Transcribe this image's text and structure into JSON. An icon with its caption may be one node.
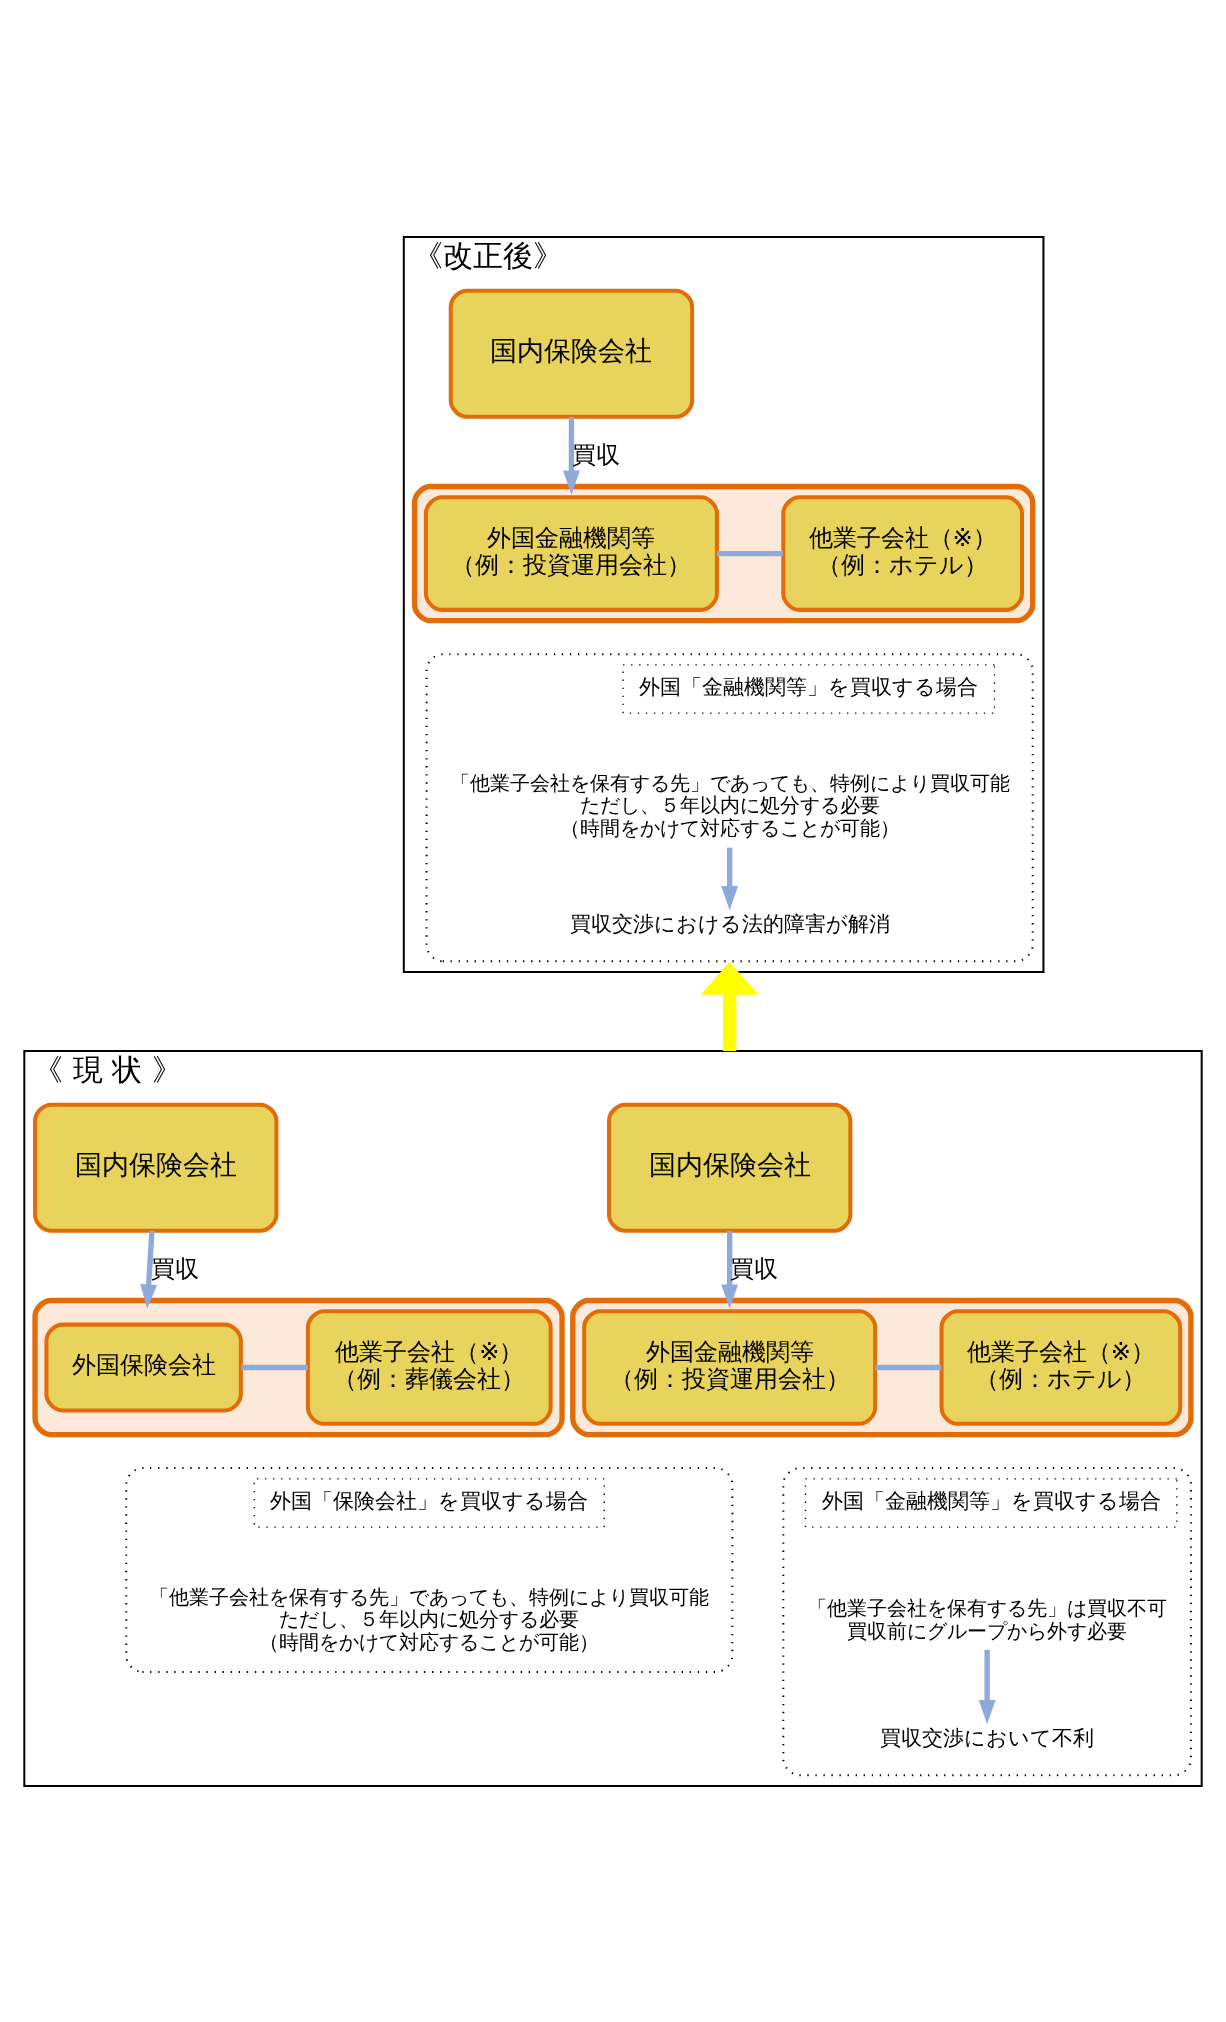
{
  "diagram": {
    "nodes": [
      {
        "text": [
          "《改正後》"
        ]
      },
      {
        "text": [
          "国内保険会社"
        ],
        "in": 0
      },
      {
        "text": [],
        "shape": "box",
        "in": 0
      },
      {
        "text": [
          "外国金融機関等",
          "（例：投資運用会社）"
        ],
        "in": 2
      },
      {
        "text": [
          "他業子会社（※）",
          "（例：ホテル）"
        ],
        "in": 2
      },
      {
        "text": [],
        "shape": "box",
        "in": 0
      },
      {
        "text": [
          "外国「金融機関等」を買収する場合"
        ],
        "in": 5
      },
      {
        "text": [
          "「他業子会社を保有する先」であっても、特例により買収可能",
          "ただし、５年以内に処分する必要",
          "（時間をかけて対応することが可能）"
        ],
        "in": 5
      },
      {
        "text": [
          "買収交渉における法的障害が解消"
        ],
        "in": 5
      },
      {
        "text": [
          "《 現 状 》"
        ]
      },
      {
        "text": [
          "国内保険会社"
        ],
        "in": 9
      },
      {
        "text": [],
        "shape": "box",
        "in": 9
      },
      {
        "text": [
          "外国金融機関等",
          "（例：投資運用会社）"
        ],
        "in": 11
      },
      {
        "text": [
          "他業子会社（※）",
          "（例：ホテル）"
        ],
        "in": 11
      },
      {
        "text": [],
        "shape": "box",
        "in": 9
      },
      {
        "text": [
          "外国「金融機関等」を買収する場合"
        ],
        "in": 14
      },
      {
        "text": [
          "「他業子会社を保有する先」は買収不可",
          "買収前にグループから外す必要"
        ],
        "in": 14
      },
      {
        "text": [
          "買収交渉において不利"
        ],
        "in": 14
      },
      {
        "text": [
          "国内保険会社"
        ],
        "in": 9
      },
      {
        "text": [],
        "shape": "box",
        "in": 9
      },
      {
        "text": [
          "外国保険会社"
        ],
        "in": 19
      },
      {
        "text": [
          "他業子会社（※）",
          "（例：葬儀会社）"
        ],
        "in": 19
      },
      {
        "text": [],
        "shape": "box",
        "in": 9
      },
      {
        "text": [
          "外国「保険会社」を買収する場合"
        ],
        "in": 22
      },
      {
        "text": [
          "「他業子会社を保有する先」であっても、特例により買収可能",
          "ただし、５年以内に処分する必要",
          "（時間をかけて対応することが可能）"
        ],
        "in": 22
      }
    ],
    "edges": [
      {
        "from": 1,
        "to": 2,
        "arrow": "to",
        "label": "買収"
      },
      {
        "from": 3,
        "to": 4,
        "arrow": "none"
      },
      {
        "from": 7,
        "to": 8,
        "arrow": "to"
      },
      {
        "from": 10,
        "to": 11,
        "arrow": "to",
        "label": "買収"
      },
      {
        "from": 12,
        "to": 13,
        "arrow": "none"
      },
      {
        "from": 16,
        "to": 17,
        "arrow": "to"
      },
      {
        "from": 18,
        "to": 19,
        "arrow": "to",
        "label": "買収"
      },
      {
        "from": 20,
        "to": 21,
        "arrow": "none"
      },
      {
        "from": 9,
        "to": 0,
        "arrow": "to",
        "style": "thick",
        "color": "#ffff00"
      }
    ]
  }
}
